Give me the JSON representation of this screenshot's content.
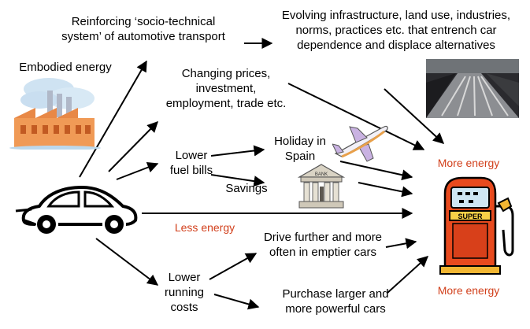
{
  "labels": {
    "reinforcing_line1": "Reinforcing ‘socio-technical",
    "reinforcing_line2": "system’ of automotive transport",
    "evolving_line1": "Evolving infrastructure, land use, industries,",
    "evolving_line2": "norms, practices etc. that entrench car",
    "evolving_line3": "dependence and displace alternatives",
    "embodied_energy": "Embodied energy",
    "changing_line1": "Changing prices,",
    "changing_line2": "investment,",
    "changing_line3": "employment, trade etc.",
    "lower_fuel_line1": "Lower",
    "lower_fuel_line2": "fuel bills",
    "holiday_line1": "Holiday in",
    "holiday_line2": "Spain",
    "savings": "Savings",
    "less_energy": "Less energy",
    "more_energy_top": "More energy",
    "more_energy_bottom": "More energy",
    "drive_line1": "Drive further and more",
    "drive_line2": "often in emptier cars",
    "lower_running_line1": "Lower",
    "lower_running_line2": "running",
    "lower_running_line3": "costs",
    "purchase_line1": "Purchase larger and",
    "purchase_line2": "more powerful cars",
    "bank_sign": "BANK",
    "pump_sign": "SUPER"
  },
  "colors": {
    "energy_text": "#d2401c",
    "arrow": "#000000"
  },
  "icons": [
    "factory-icon",
    "highway-photo",
    "airplane-icon",
    "bank-icon",
    "car-icon",
    "fuel-pump-icon"
  ]
}
